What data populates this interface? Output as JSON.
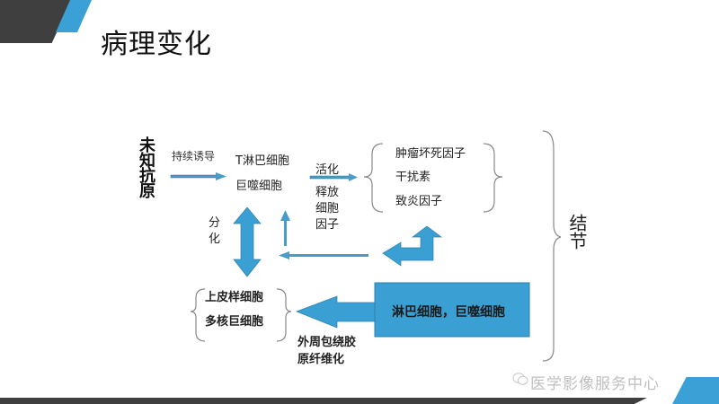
{
  "slide": {
    "title": "病理变化",
    "watermark": "医学影像服务中心",
    "colors": {
      "accent_blue": "#3aa0d6",
      "dark": "#3f3f3f",
      "arrow_blue": "#4a9cc8"
    }
  },
  "diagram": {
    "antigen": "未知抗原",
    "induce_label": "持续诱导",
    "cells": [
      "T淋巴细胞",
      "巨噬细胞"
    ],
    "activate_label": "活化",
    "release_label": [
      "释放",
      "细胞",
      "因子"
    ],
    "cytokines": [
      "肿瘤坏死因子",
      "干扰素",
      "致炎因子"
    ],
    "differentiate_label": [
      "分",
      "化"
    ],
    "granuloma_cells": [
      "上皮样细胞",
      "多核巨细胞"
    ],
    "peripheral_box": "淋巴细胞，巨噬细胞",
    "fibrosis_label": [
      "外周包绕胶",
      "原纤维化"
    ],
    "result_label": "结节"
  }
}
